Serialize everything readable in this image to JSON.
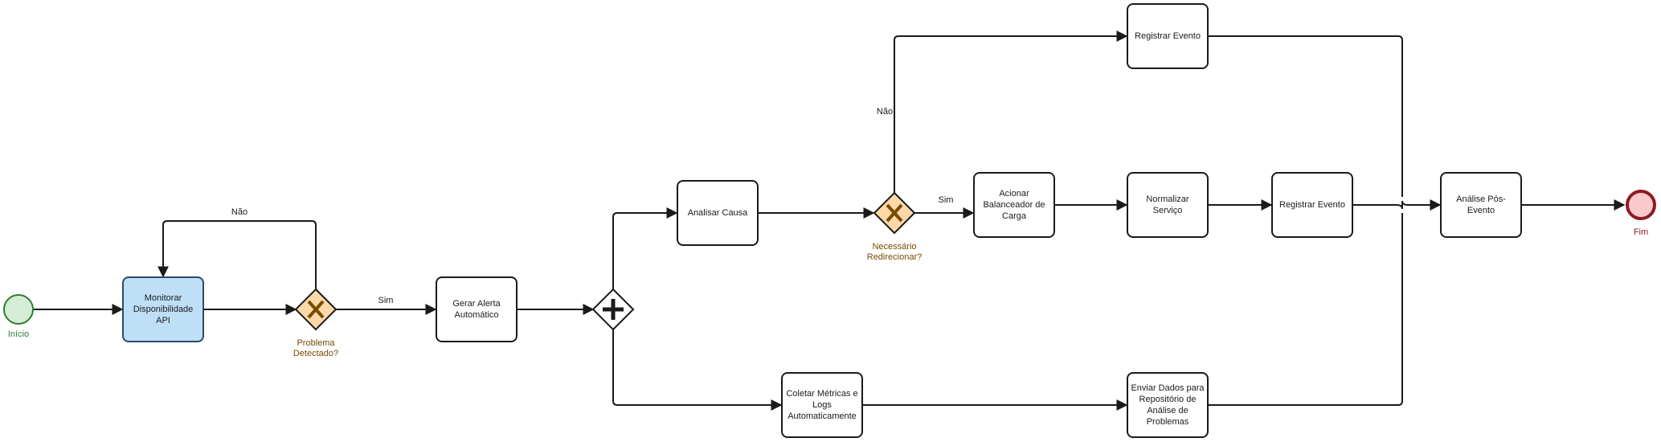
{
  "colors": {
    "start_fill": "#d4edd4",
    "start_stroke": "#2e7d32",
    "end_fill": "#f9c9cc",
    "end_stroke": "#8b1c22",
    "gateway_fill": "#fdd9a8",
    "gateway_stroke": "#1a1a1a",
    "active_task_fill": "#bfdff7"
  },
  "events": {
    "start": {
      "label": "Início",
      "icon": "start-event-circle"
    },
    "end": {
      "label": "Fim",
      "icon": "end-event-circle"
    }
  },
  "tasks": {
    "monitorar": "Monitorar Disponibilidade API",
    "gerar_alerta": "Gerar Alerta Automático",
    "analisar_causa": "Analisar Causa",
    "coletar_metricas": "Coletar Métricas e Logs Automaticamente",
    "registrar_evento_top": "Registrar Evento",
    "acionar_balanceador": "Acionar Balanceador de Carga",
    "normalizar_servico": "Normalizar Serviço",
    "registrar_evento_mid": "Registrar Evento",
    "enviar_dados": "Enviar Dados para Repositório de Análise de Problemas",
    "analise_pos_evento": "Análise Pós-Evento"
  },
  "gateways": {
    "problema_detectado": {
      "label_line1": "Problema",
      "label_line2": "Detectado?",
      "icon": "exclusive-gateway-x-icon"
    },
    "necessario_redirecionar": {
      "label_line1": "Necessário",
      "label_line2": "Redirecionar?",
      "icon": "exclusive-gateway-x-icon"
    },
    "paralelo": {
      "icon": "parallel-gateway-plus-icon"
    }
  },
  "flow_labels": {
    "problema_nao": "Não",
    "problema_sim": "Sim",
    "redirecionar_nao": "Não",
    "redirecionar_sim": "Sim"
  }
}
